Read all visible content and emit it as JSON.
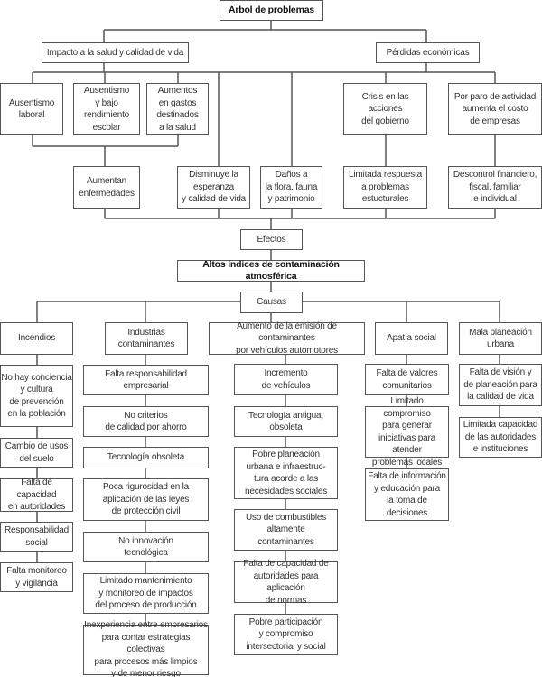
{
  "title": "Árbol de problemas",
  "effects": {
    "branches": [
      "Impacto a la salud y calidad de vida",
      "Pérdidas económicas"
    ],
    "row1": [
      "Ausentismo\nlaboral",
      "Ausentismo\ny bajo\nrendimiento\nescolar",
      "Aumentos\nen gastos\ndestinados\na la salud",
      "Crisis en las acciones\ndel gobierno",
      "Por paro de actividad\naumenta el costo\nde empresas"
    ],
    "row2": [
      "Aumentan\nenfermedades",
      "Disminuye la\nesperanza\ny calidad de vida",
      "Daños a\nla flora, fauna\ny patrimonio",
      "Limitada respuesta\na problemas\nestucturales",
      "Descontrol financiero,\nfiscal, familiar\ne individual"
    ],
    "label": "Efectos"
  },
  "central_problem": "Altos índices de contaminación atmosférica",
  "causes": {
    "label": "Causas",
    "columns": [
      {
        "head": "Incendios",
        "items": [
          "No hay conciencia\ny cultura\nde prevención\nen la población",
          "Cambio de usos\ndel suelo",
          "Falta de capacidad\nen autoridades",
          "Responsabilidad\nsocial",
          "Falta monitoreo\ny vigilancia"
        ]
      },
      {
        "head": "Industrias\ncontaminantes",
        "items": [
          "Falta responsabilidad\nempresarial",
          "No criterios\nde calidad por ahorro",
          "Tecnología obsoleta",
          "Poca rigurosidad en la\naplicación de las leyes\nde protección civil",
          "No innovación\ntecnológica",
          "Limitado mantenimiento\ny monitoreo de impactos\ndel proceso de producción",
          "Inexperiencia entre empresarios\npara contar estrategias colectivas\npara procesos más limpios\ny de menor riesgo"
        ]
      },
      {
        "head": "Aumento de la emisión de contaminantes\npor vehículos automotores",
        "items": [
          "Incremento\nde vehículos",
          "Tecnología antigua,\nobsoleta",
          "Pobre planeación\nurbana e infraestruc-\ntura acorde a las\nnecesidades sociales",
          "Uso de combustibles\naltamente\ncontaminantes",
          "Falta de capacidad de\nautoridades para aplicación\nde normas",
          "Pobre participación\ny compromiso\nintersectorial y social"
        ]
      },
      {
        "head": "Apatía social",
        "items": [
          "Falta de valores\ncomunitarios",
          "Limitado compromiso\npara generar\niniciativas para atender\nproblemas locales",
          "Falta de información\ny educación para\nla toma de\ndecisiones"
        ]
      },
      {
        "head": "Mala planeación\nurbana",
        "items": [
          "Falta de visión y\nde planeación para\nla calidad de vida",
          "Limitada capacidad\nde las autoridades\ne instituciones"
        ]
      }
    ]
  }
}
